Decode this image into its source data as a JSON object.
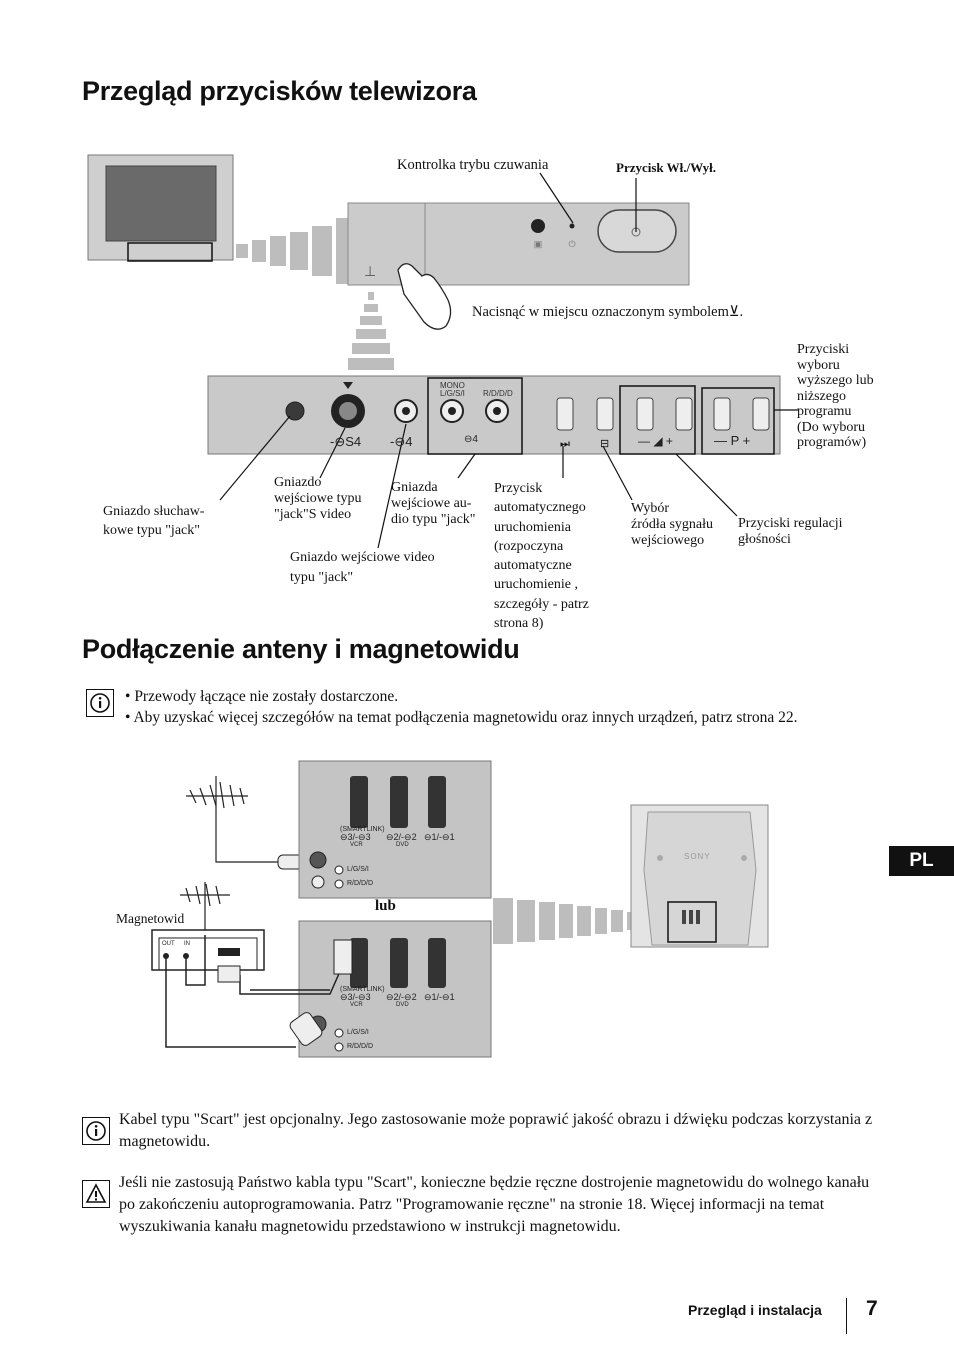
{
  "section1": {
    "title": "Przegląd przycisków telewizora",
    "labels": {
      "standby_indicator": "Kontrolka trybu czuwania",
      "power_button": "Przycisk Wł./Wył.",
      "press_here": "Nacisnąć w miejscu oznaczonym symbolem",
      "press_here_suffix": ".",
      "program_buttons": [
        "Przyciski",
        "wyboru",
        "wyższego lub",
        "niższego",
        "programu",
        "(Do wyboru",
        "programów)"
      ],
      "headphone_jack": [
        "Gniazdo słuchaw-",
        "kowe typu \"jack\""
      ],
      "svideo_jack": [
        "Gniazdo",
        "wejściowe typu",
        "\"jack\"S video"
      ],
      "audio_jack": [
        "Gniazda",
        "wejściowe au-",
        "dio typu \"jack\""
      ],
      "video_jack": [
        "Gniazdo wejściowe video",
        "typu \"jack\""
      ],
      "auto_start": [
        "Przycisk",
        "automatycznego",
        "uruchomienia",
        "(rozpoczyna",
        "automatyczne",
        "uruchomienie ,",
        "szczegóły - patrz",
        "strona 8)"
      ],
      "input_select": [
        "Wybór",
        "źródła sygnału",
        "wejściowego"
      ],
      "volume_buttons": [
        "Przyciski regulacji",
        "głośności"
      ]
    },
    "panel_text": {
      "mono": "MONO",
      "lgsi": "L/G/S/I",
      "rdd": "R/D/D/D",
      "s4": "-⊖S4",
      "in4": "-⊖4",
      "in4b": "⊖4",
      "vol": "— ◢ +",
      "prog": "— P +"
    }
  },
  "section2": {
    "title": "Podłączenie anteny i magnetowidu",
    "info_bullets": [
      "Przewody łączące nie zostały dostarczone.",
      "Aby uzyskać więcej szczegółów na temat podłączenia magnetowidu oraz innych urządzeń, patrz strona 22."
    ],
    "vcr_label": "Magnetowid",
    "or_label": "lub",
    "vcr_ports": {
      "out": "OUT",
      "in": "IN"
    },
    "back_panel": {
      "smartlink": "(SMARTLINK)",
      "scart3": "⊖3/-⊖3",
      "scart2": "⊖2/-⊖2",
      "scart1": "⊖1/-⊖1",
      "vcr": "VCR",
      "dvd": "DVD",
      "lgsi": "L/G/S/I",
      "rdd": "R/D/D/D"
    },
    "brand": "SONY",
    "note_scart": "Kabel typu \"Scart\" jest opcjonalny. Jego zastosowanie może poprawić jakość obrazu i dźwięku podczas korzystania z magnetowidu.",
    "warning": "Jeśli nie zastosują Państwo kabla typu \"Scart\", konieczne będzie ręczne dostrojenie magnetowidu do wolnego kanału po zakończeniu autoprogramowania. Patrz \"Programowanie ręczne\" na stronie 18. Więcej informacji na temat wyszukiwania kanału magnetowidu przedstawiono w instrukcji magnetowidu."
  },
  "tab": "PL",
  "footer": {
    "section": "Przegląd i instalacja",
    "page": "7"
  },
  "icons": {
    "info": "info-icon",
    "warning": "warning-icon",
    "press_symbol": "press-down-arrow-icon"
  }
}
